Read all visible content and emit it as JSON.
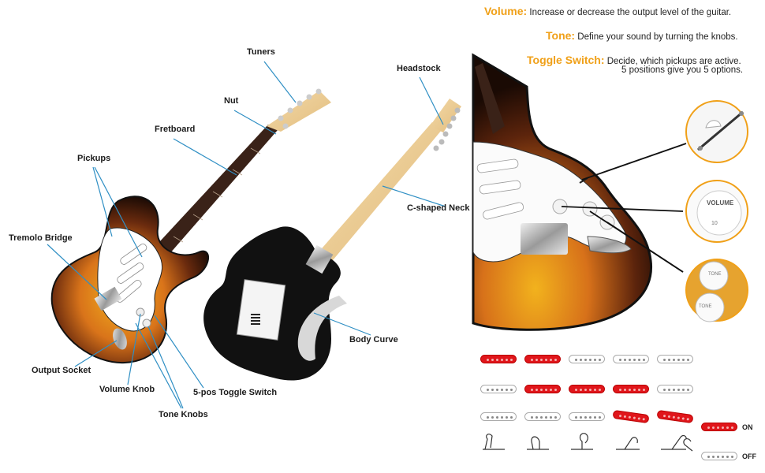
{
  "labels": {
    "tuners": "Tuners",
    "nut": "Nut",
    "fretboard": "Fretboard",
    "pickups": "Pickups",
    "tremolo_bridge": "Tremolo Bridge",
    "output_socket": "Output Socket",
    "volume_knob": "Volume Knob",
    "tone_knobs": "Tone Knobs",
    "toggle_switch": "5-pos Toggle Switch",
    "headstock": "Headstock",
    "c_neck": "C-shaped Neck",
    "body_curve": "Body Curve"
  },
  "descriptions": {
    "volume_key": "Volume:",
    "volume_text": "Increase or decrease the output level of the guitar.",
    "tone_key": "Tone:",
    "tone_text": "Define your sound by turning the knobs.",
    "toggle_key": "Toggle Switch:",
    "toggle_text_1": "Decide, which pickups are active.",
    "toggle_text_2": "5 positions give you 5 options."
  },
  "knob_labels": {
    "volume": "VOLUME",
    "volume_num": "10",
    "tone": "TONE"
  },
  "legend": {
    "on": "ON",
    "off": "OFF"
  },
  "pickup_positions": [
    {
      "neck": true,
      "middle": false,
      "bridge": false
    },
    {
      "neck": true,
      "middle": true,
      "bridge": false
    },
    {
      "neck": false,
      "middle": true,
      "bridge": false
    },
    {
      "neck": false,
      "middle": true,
      "bridge": true
    },
    {
      "neck": false,
      "middle": false,
      "bridge": true
    }
  ],
  "colors": {
    "accent": "#f0a018",
    "pickup_on": "#e0161b",
    "leader_line": "#2f8fc4"
  }
}
